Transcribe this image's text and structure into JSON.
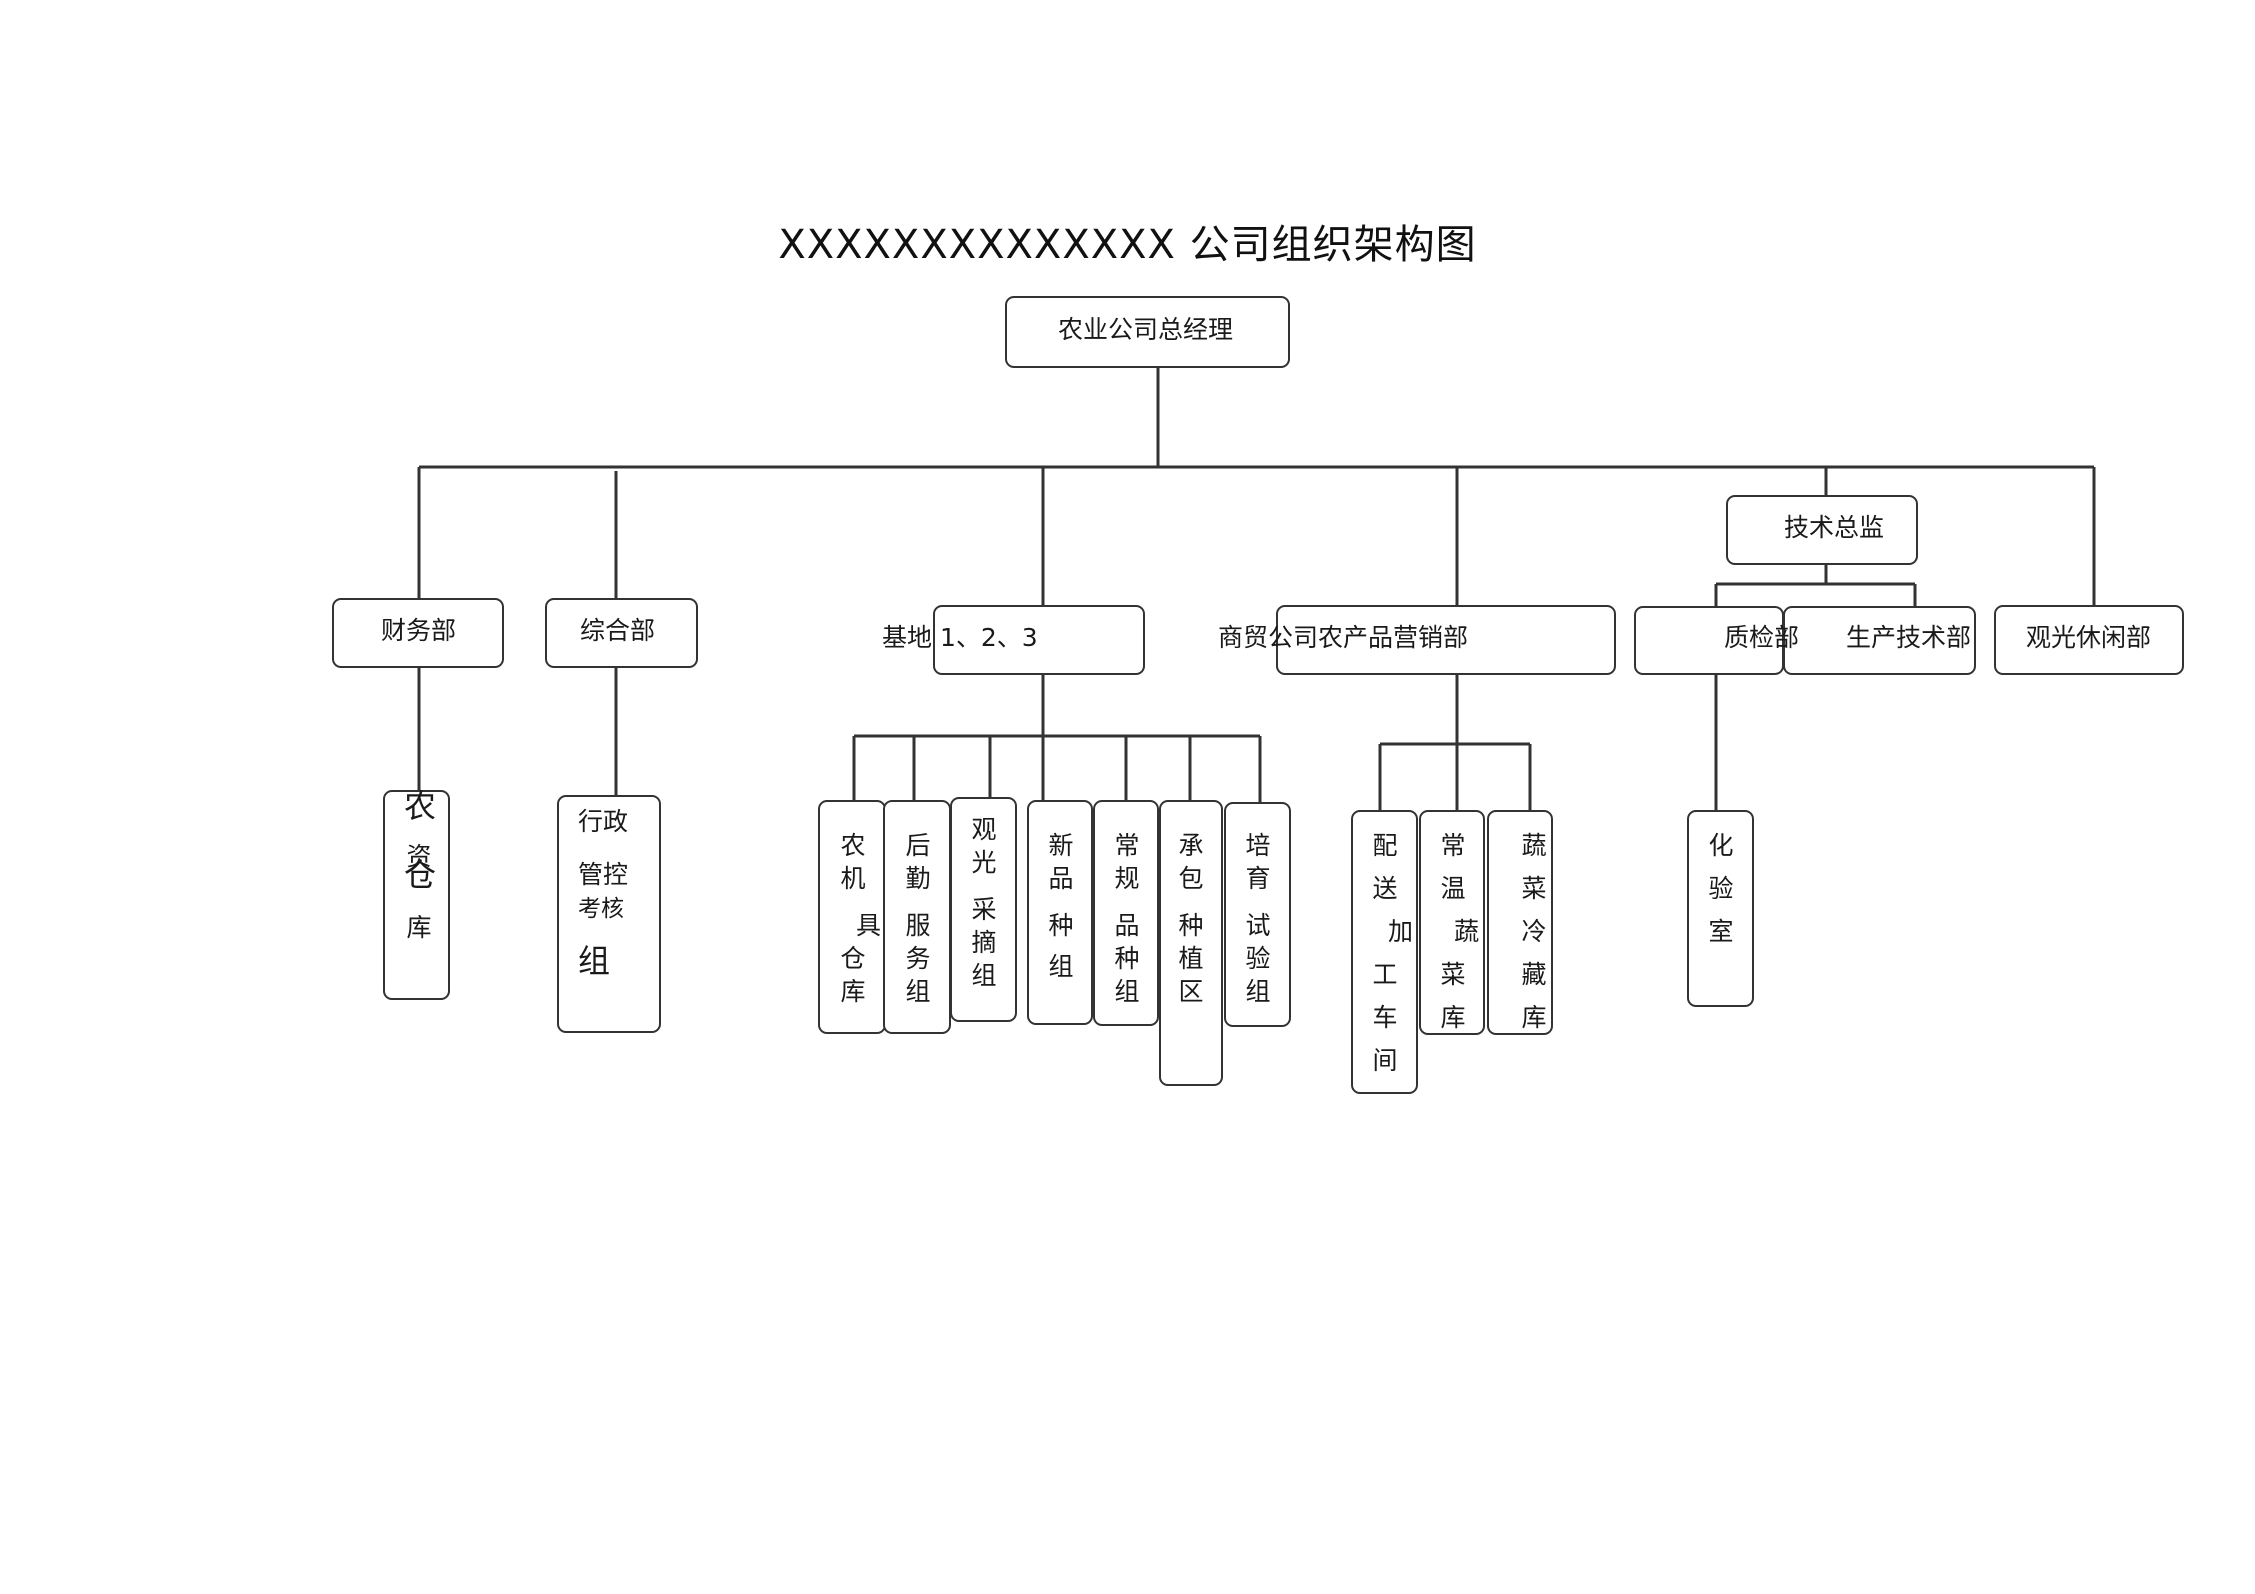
{
  "header_mark": "·····",
  "title": "XXXXXXXXXXXXXX 公司组织架构图",
  "gm": "农业公司总经理",
  "tech_director": "技术总监",
  "departments": {
    "finance": "财务部",
    "general": "综合部",
    "base": "基地 1、2、3",
    "trade": "商贸公司农产品营销部",
    "qc": "质检部",
    "prod_tech": "生产技术部",
    "tourism": "观光休闲部"
  },
  "finance_sub": [
    "农",
    "资",
    "仓",
    "库"
  ],
  "general_sub": [
    "行政",
    "管控",
    "考核",
    "组"
  ],
  "base_subs": [
    [
      "农",
      "机",
      "具",
      "仓",
      "库"
    ],
    [
      "后",
      "勤",
      "服",
      "务",
      "组"
    ],
    [
      "观",
      "光",
      "采",
      "摘",
      "组"
    ],
    [
      "新",
      "品",
      "种",
      "组"
    ],
    [
      "常",
      "规",
      "品",
      "种",
      "组"
    ],
    [
      "承",
      "包",
      "种",
      "植",
      "区"
    ],
    [
      "培",
      "育",
      "试",
      "验",
      "组"
    ]
  ],
  "trade_subs": [
    [
      "配",
      "送",
      "加",
      "工",
      "车",
      "间"
    ],
    [
      "常",
      "温",
      "蔬",
      "菜",
      "库"
    ],
    [
      "蔬",
      "菜",
      "冷",
      "藏",
      "库"
    ]
  ],
  "qc_sub": [
    "化",
    "验",
    "室"
  ]
}
